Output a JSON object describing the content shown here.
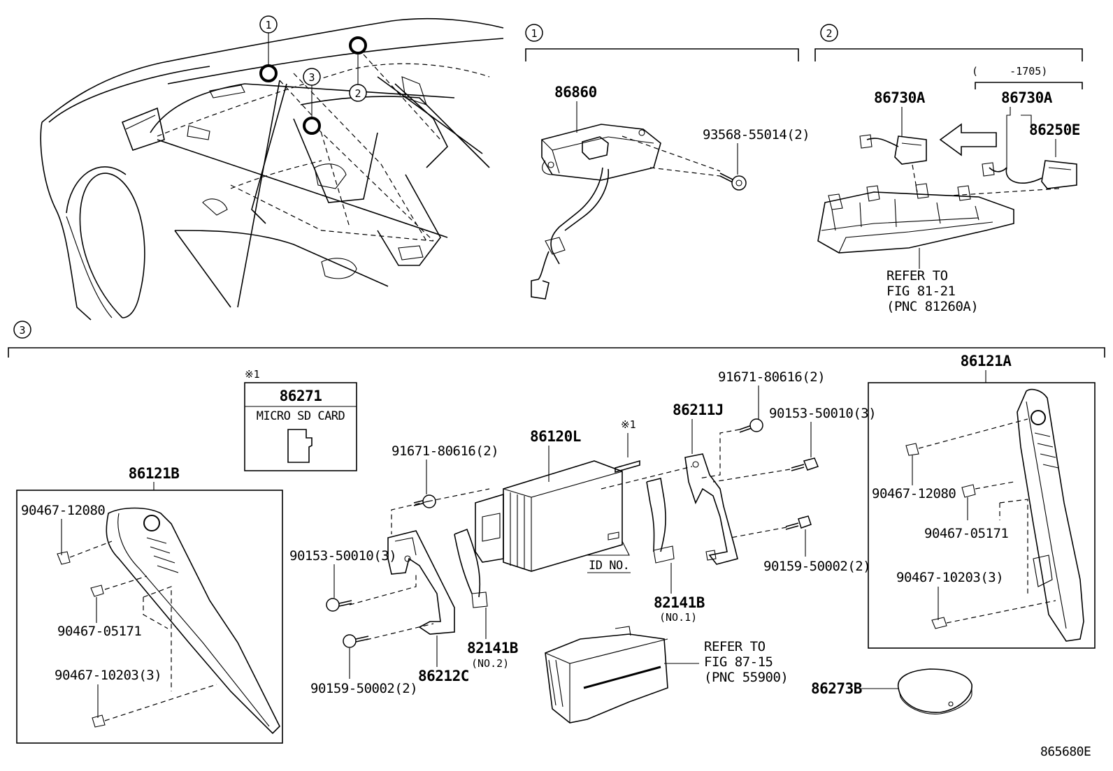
{
  "diagram_id": "865680E",
  "callouts": {
    "one": "1",
    "two": "2",
    "three": "3"
  },
  "section1": {
    "bracket_no": "1",
    "parts": {
      "main": "86860",
      "screw": "93568-55014(2)"
    }
  },
  "section2": {
    "bracket_no": "2",
    "range_note": "(     -1705)",
    "parts": {
      "a_left": "86730A",
      "a_right": "86730A",
      "e": "86250E"
    },
    "refer": {
      "l1": "REFER TO",
      "l2": "FIG 81-21",
      "l3": "(PNC 81260A)"
    }
  },
  "section3": {
    "bracket_no": "3",
    "sd_card": {
      "mark": "※1",
      "part": "86271",
      "label": "MICRO SD CARD"
    },
    "left_panel": {
      "title": "86121B",
      "p1": "90467-12080",
      "p2": "90467-05171",
      "p3": "90467-10203(3)"
    },
    "right_panel": {
      "title": "86121A",
      "p1": "90467-12080",
      "p2": "90467-05171",
      "p3": "90467-10203(3)"
    },
    "center": {
      "main": "86120L",
      "mark": "※1",
      "id_no": "ID NO.",
      "screw_top_left": "91671-80616(2)",
      "screw_top_right": "91671-80616(2)",
      "bolt_left": "90153-50010(3)",
      "bolt_right": "90153-50010(3)",
      "bolt2_left": "90159-50002(2)",
      "bolt2_right": "90159-50002(2)",
      "bracket_left": "86212C",
      "bracket_right": "86211J",
      "harness_no2": "82141B",
      "harness_no2_sub": "(NO.2)",
      "harness_no1": "82141B",
      "harness_no1_sub": "(NO.1)",
      "refer": {
        "l1": "REFER TO",
        "l2": "FIG 87-15",
        "l3": "(PNC 55900)"
      },
      "pad": "86273B"
    }
  }
}
